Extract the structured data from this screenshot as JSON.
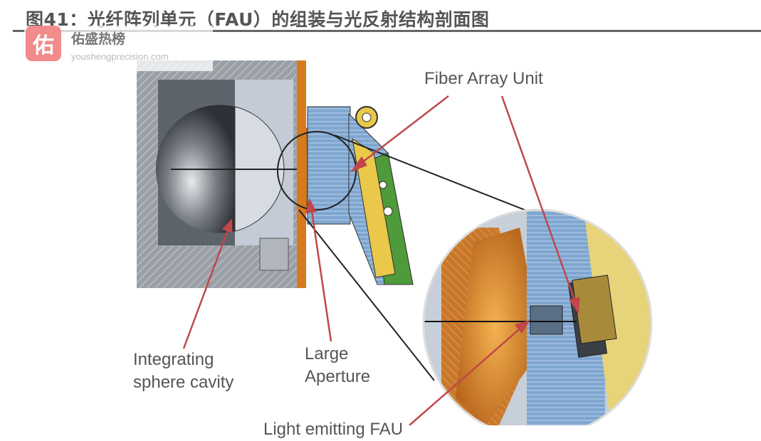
{
  "figure": {
    "title": "图41：光纤阵列单元（FAU）的组装与光反射结构剖面图",
    "labels": {
      "fiber_array_unit": "Fiber Array Unit",
      "integrating_line1": "Integrating",
      "integrating_line2": "sphere cavity",
      "aperture_line1": "Large",
      "aperture_line2": "Aperture",
      "light_emitting": "Light emitting FAU"
    }
  },
  "watermark": {
    "logo_char": "佑",
    "name": "佑盛热榜",
    "url": "youshengprecision.com"
  },
  "colors": {
    "arrow": "#c0474a",
    "orange": "#d98a2a",
    "blue": "#6f9cc9",
    "green": "#4f9a3a",
    "yellow": "#e9c84a",
    "gray": "#8a8f95"
  }
}
